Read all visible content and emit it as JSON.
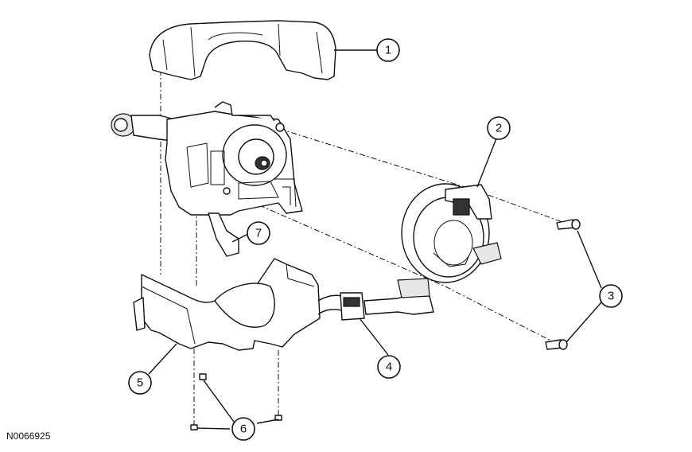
{
  "figure_id": "N0066925",
  "callouts": [
    {
      "number": "1"
    },
    {
      "number": "2"
    },
    {
      "number": "3"
    },
    {
      "number": "4"
    },
    {
      "number": "5"
    },
    {
      "number": "6"
    },
    {
      "number": "7"
    }
  ]
}
